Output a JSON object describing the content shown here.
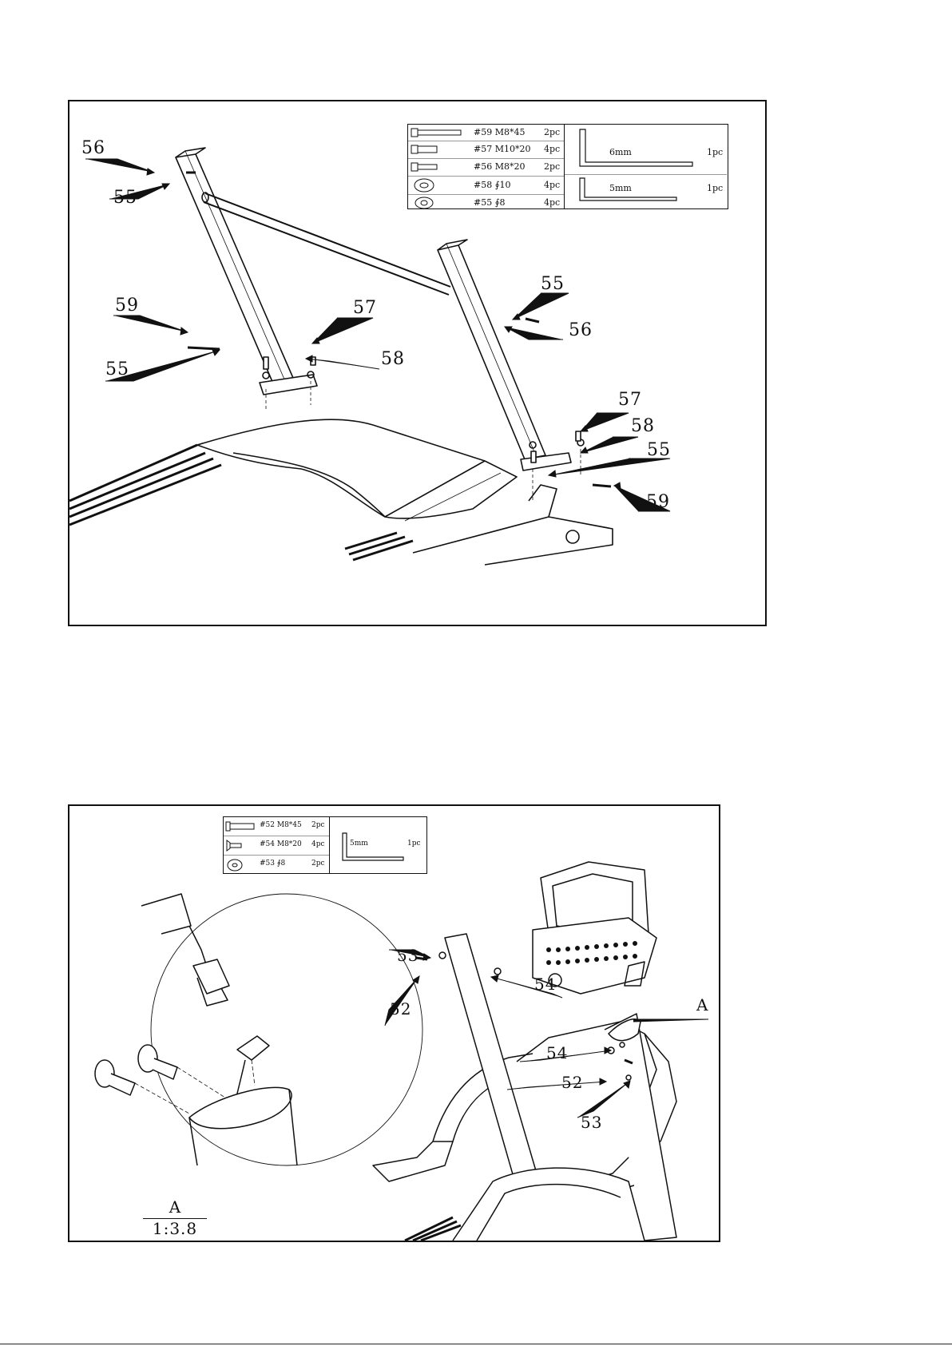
{
  "figure1": {
    "parts": [
      {
        "code": "#59 M8*45",
        "qty": "2pc",
        "icon": "bolt-long-icon"
      },
      {
        "code": "#57 M10*20",
        "qty": "4pc",
        "icon": "bolt-short-icon"
      },
      {
        "code": "#56 M8*20",
        "qty": "2pc",
        "icon": "bolt-short-icon"
      },
      {
        "code": "#58 ∮10",
        "qty": "4pc",
        "icon": "washer-icon"
      },
      {
        "code": "#55 ∮8",
        "qty": "4pc",
        "icon": "washer-icon"
      }
    ],
    "tools": [
      {
        "size": "6mm",
        "qty": "1pc",
        "icon": "allen-key-icon"
      },
      {
        "size": "5mm",
        "qty": "1pc",
        "icon": "allen-key-icon"
      }
    ],
    "callouts": [
      "56",
      "55",
      "59",
      "57",
      "55",
      "58",
      "55",
      "56",
      "57",
      "58",
      "55",
      "59"
    ]
  },
  "figure2": {
    "parts": [
      {
        "code": "#52 M8*45",
        "qty": "2pc",
        "icon": "bolt-long-icon"
      },
      {
        "code": "#54 M8*20",
        "qty": "4pc",
        "icon": "countersunk-screw-icon"
      },
      {
        "code": "#53 ∮8",
        "qty": "2pc",
        "icon": "washer-icon"
      }
    ],
    "tools": [
      {
        "size": "5mm",
        "qty": "1pc",
        "icon": "allen-key-icon"
      }
    ],
    "callouts": [
      "53",
      "54",
      "52",
      "A",
      "54",
      "52",
      "53"
    ],
    "detail": {
      "label": "A",
      "scale": "1:3.8"
    }
  }
}
